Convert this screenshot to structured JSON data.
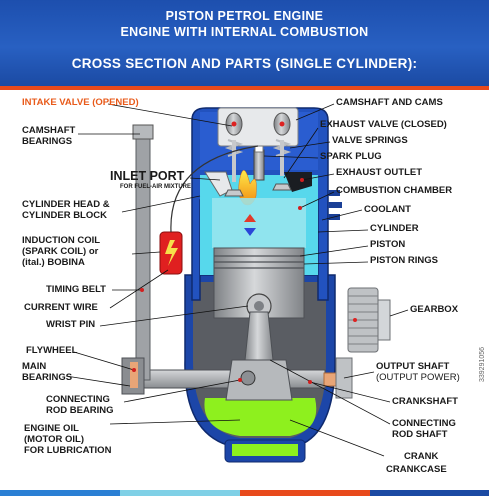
{
  "header": {
    "title_line1": "PISTON PETROL ENGINE",
    "title_line2": "ENGINE WITH INTERNAL COMBUSTION",
    "subtitle": "CROSS SECTION AND PARTS (SINGLE CYLINDER):"
  },
  "labels_left": {
    "intake_valve": "INTAKE VALVE (OPENED)",
    "camshaft_bearings_1": "CAMSHAFT",
    "camshaft_bearings_2": "BEARINGS",
    "inlet_port": "INLET PORT",
    "inlet_port_sub": "FOR FUEL-AIR MIXTURE",
    "cylinder_head_1": "CYLINDER HEAD &",
    "cylinder_head_2": "CYLINDER BLOCK",
    "induction_coil_1": "INDUCTION COIL",
    "induction_coil_2": "(SPARK COIL) or",
    "induction_coil_3": "(ital.) BOBINA",
    "timing_belt": "TIMING BELT",
    "current_wire": "CURRENT WIRE",
    "wrist_pin": "WRIST PIN",
    "flywheel": "FLYWHEEL",
    "main_bearings_1": "MAIN",
    "main_bearings_2": "BEARINGS",
    "connecting_rod_bearing_1": "CONNECTING",
    "connecting_rod_bearing_2": "ROD BEARING",
    "engine_oil_1": "ENGINE OIL",
    "engine_oil_2": "(MOTOR OIL)",
    "engine_oil_3": "FOR LUBRICATION"
  },
  "labels_right": {
    "camshaft_cams": "CAMSHAFT AND CAMS",
    "exhaust_valve": "EXHAUST VALVE (CLOSED)",
    "valve_springs": "VALVE SPRINGS",
    "spark_plug": "SPARK PLUG",
    "exhaust_outlet": "EXHAUST OUTLET",
    "combustion_chamber": "COMBUSTION CHAMBER",
    "coolant": "COOLANT",
    "cylinder": "CYLINDER",
    "piston": "PISTON",
    "piston_rings": "PISTON RINGS",
    "gearbox": "GEARBOX",
    "output_shaft": "OUTPUT SHAFT",
    "output_power": "(OUTPUT POWER)",
    "crankshaft": "CRANKSHAFT",
    "connecting_rod_shaft_1": "CONNECTING",
    "connecting_rod_shaft_2": "ROD SHAFT",
    "crank": "CRANK",
    "crankcase": "CRANKCASE"
  },
  "watermark": "339291056",
  "colors": {
    "header_blue": "#2158b8",
    "accent_orange": "#e85a1a",
    "block_blue": "#2050b8",
    "coolant_cyan": "#57d8ec",
    "oil_green": "#8ef01e",
    "metal_gray": "#a9acaf"
  }
}
